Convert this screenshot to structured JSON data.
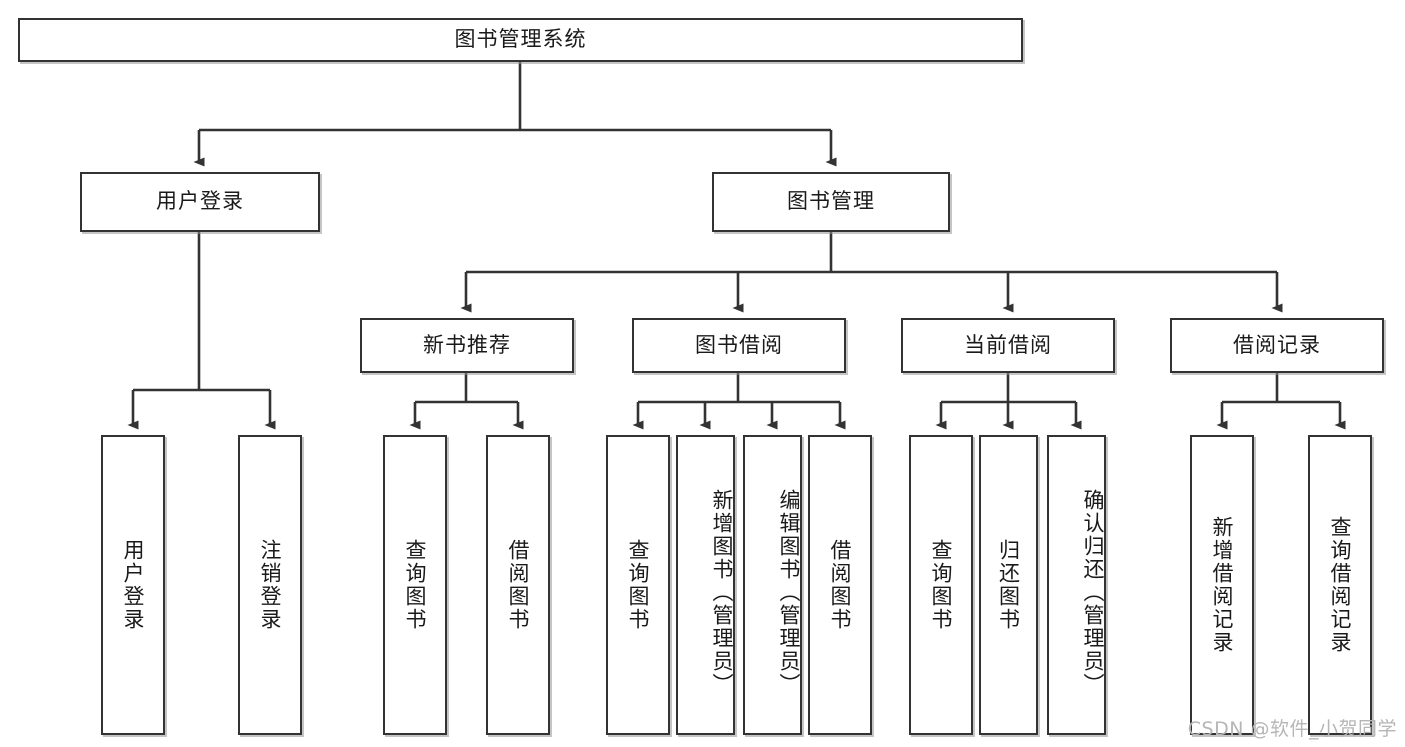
{
  "diagram": {
    "type": "hierarchy-tree",
    "title": "图书管理系统",
    "watermark": "CSDN @软件_小贺同学",
    "colors": {
      "box_border": "#333333",
      "box_fill": "#ffffff",
      "edge": "#333333",
      "text": "#1a1a1a",
      "watermark": "#b6b6b6",
      "background": "#ffffff"
    },
    "root": {
      "label": "图书管理系统"
    },
    "level2": [
      {
        "label": "用户登录"
      },
      {
        "label": "图书管理"
      }
    ],
    "level3": [
      {
        "label": "新书推荐"
      },
      {
        "label": "图书借阅"
      },
      {
        "label": "当前借阅"
      },
      {
        "label": "借阅记录"
      }
    ],
    "leaves": {
      "user_login": [
        {
          "label": "用户登录"
        },
        {
          "label": "注销登录"
        }
      ],
      "new_book_recommend": [
        {
          "label": "查询图书"
        },
        {
          "label": "借阅图书"
        }
      ],
      "book_borrow": [
        {
          "label": "查询图书"
        },
        {
          "label": "新增图书（管理员）"
        },
        {
          "label": "编辑图书（管理员）"
        },
        {
          "label": "借阅图书"
        }
      ],
      "current_borrow": [
        {
          "label": "查询图书"
        },
        {
          "label": "归还图书"
        },
        {
          "label": "确认归还（管理员）"
        }
      ],
      "borrow_record": [
        {
          "label": "新增借阅记录"
        },
        {
          "label": "查询借阅记录"
        }
      ]
    }
  }
}
